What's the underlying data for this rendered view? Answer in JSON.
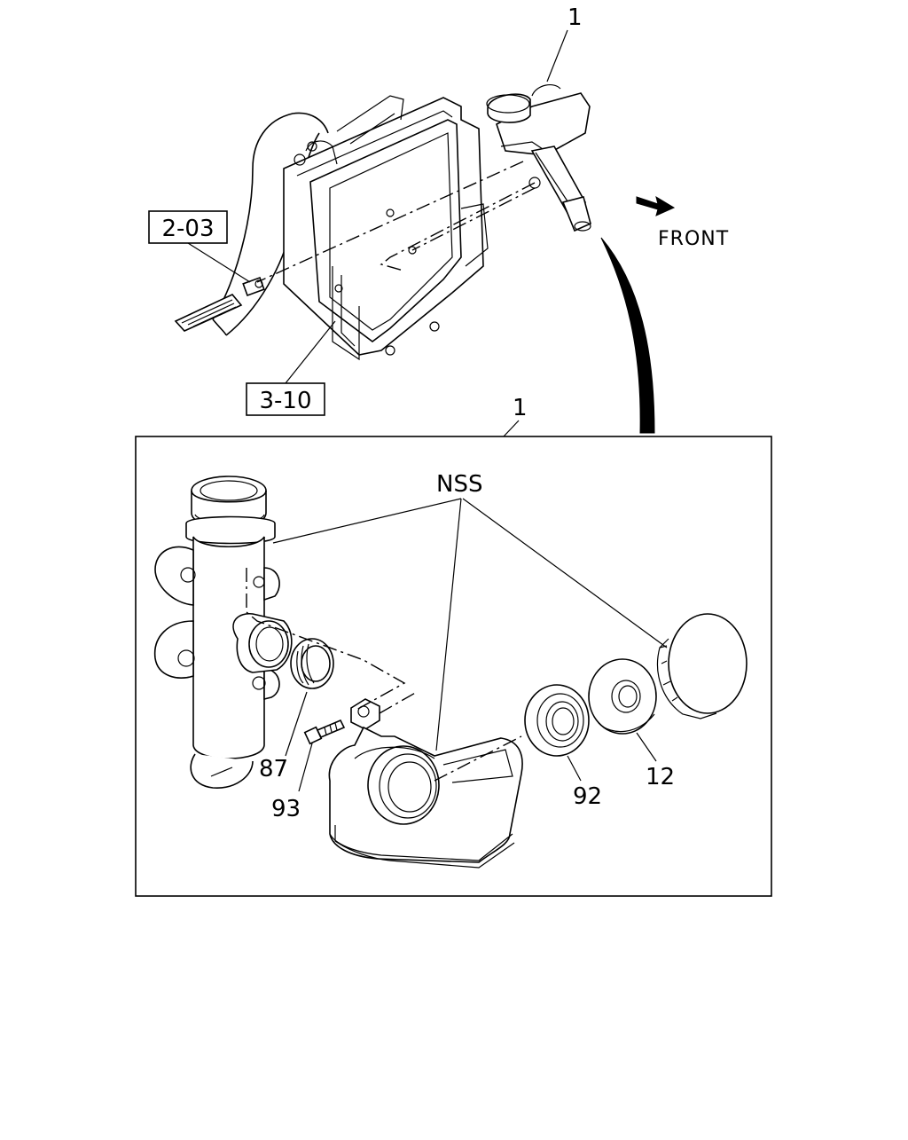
{
  "direction": {
    "label": "FRONT"
  },
  "refs": {
    "pedal": "2-03",
    "bracket": "3-10"
  },
  "callouts": {
    "assembly_top": "1",
    "assembly_box": "1",
    "nss": "NSS",
    "boot": "87",
    "bolt": "93",
    "seal": "92",
    "diaphragm": "12"
  }
}
